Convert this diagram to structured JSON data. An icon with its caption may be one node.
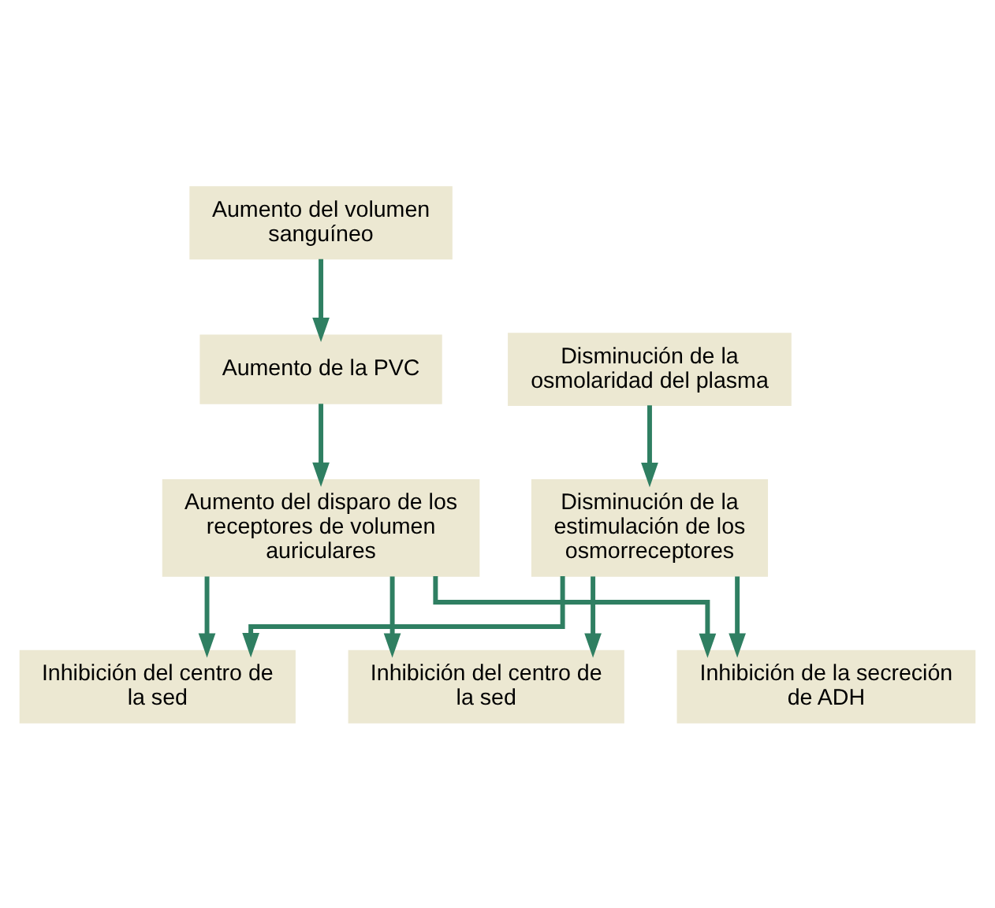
{
  "diagram": {
    "nodes": [
      {
        "text": [
          "Aumento del volumen sanguíneo"
        ]
      },
      {
        "text": [
          "Disminución de la osmolaridad del plasma"
        ]
      },
      {
        "text": [
          "Aumento de la PVC"
        ]
      },
      {
        "text": [
          "Aumento del disparo de los receptores de volumen auriculares"
        ]
      },
      {
        "text": [
          "Disminución de la estimulación de los osmorreceptores"
        ]
      },
      {
        "text": [
          "Inhibición del centro de la sed"
        ]
      },
      {
        "text": [
          "Inhibición del centro de la sed"
        ]
      },
      {
        "text": [
          "Inhibición de la secreción de ADH"
        ]
      }
    ],
    "edges": [
      {
        "from": 0,
        "to": 2,
        "arrow": "to"
      },
      {
        "from": 2,
        "to": 3,
        "arrow": "to"
      },
      {
        "from": 1,
        "to": 4,
        "arrow": "to"
      },
      {
        "from": 3,
        "to": 5,
        "arrow": "to"
      },
      {
        "from": 3,
        "to": 6,
        "arrow": "to"
      },
      {
        "from": 3,
        "to": 7,
        "arrow": "to"
      },
      {
        "from": 4,
        "to": 5,
        "arrow": "to"
      },
      {
        "from": 4,
        "to": 6,
        "arrow": "to"
      },
      {
        "from": 4,
        "to": 7,
        "arrow": "to"
      }
    ]
  }
}
